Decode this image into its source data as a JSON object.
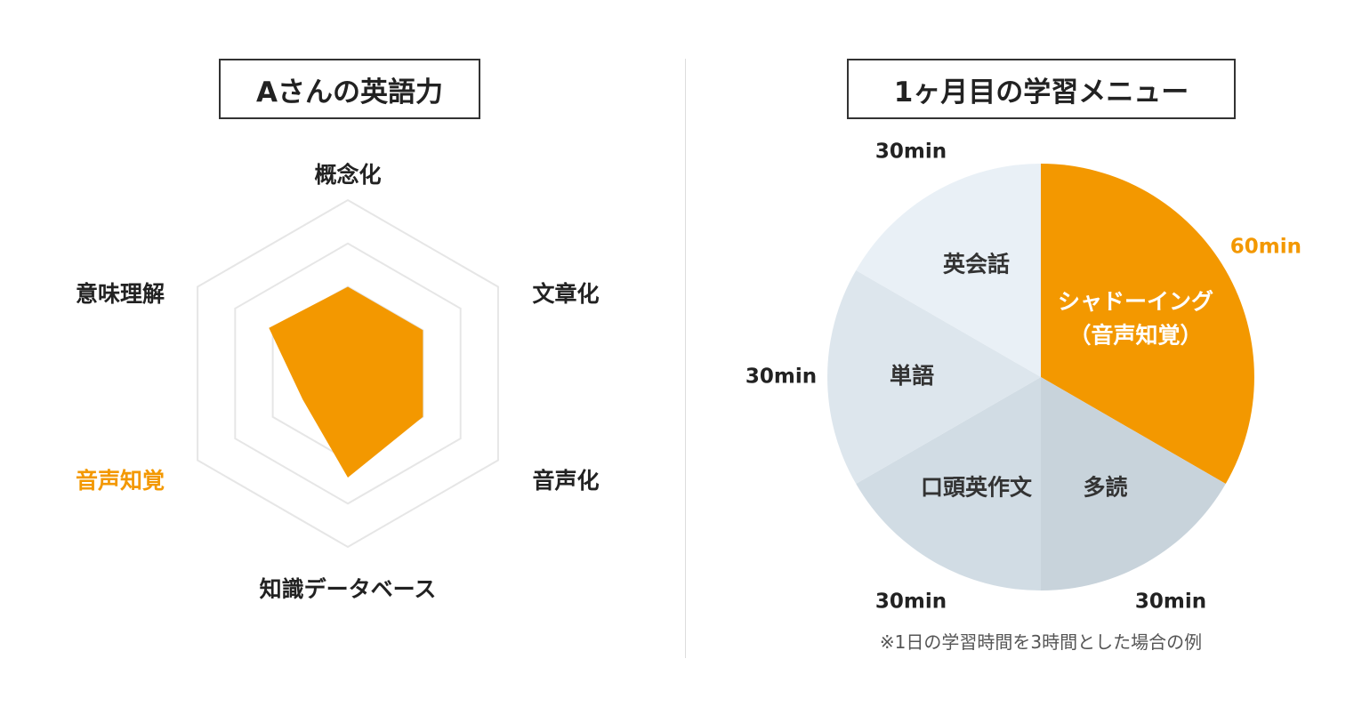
{
  "chart_data": [
    {
      "type": "radar",
      "title": "Aさんの英語力",
      "axes": [
        "概念化",
        "文章化",
        "音声化",
        "知識データベース",
        "音声知覚",
        "意味理解"
      ],
      "highlight_axis": "音声知覚",
      "rings": 4,
      "range": [
        0,
        4
      ],
      "series": [
        {
          "values": [
            2,
            2,
            2,
            2.4,
            1.2,
            2.1
          ]
        }
      ],
      "colors": {
        "fill": "#f39800",
        "grid": "#e6e6e6",
        "highlight": "#f39800"
      }
    },
    {
      "type": "pie",
      "title": "1ヶ月目の学習メニュー",
      "slices": [
        {
          "label": "シャドーイング",
          "sublabel": "（音声知覚）",
          "value": 60,
          "value_label": "60min",
          "color": "#f39800",
          "highlight": true
        },
        {
          "label": "多読",
          "value": 30,
          "value_label": "30min",
          "color": "#c8d3db"
        },
        {
          "label": "口頭英作文",
          "value": 30,
          "value_label": "30min",
          "color": "#d1dce4"
        },
        {
          "label": "単語",
          "value": 30,
          "value_label": "30min",
          "color": "#dde6ed"
        },
        {
          "label": "英会話",
          "value": 30,
          "value_label": "30min",
          "color": "#e9f0f6"
        }
      ],
      "note": "※1日の学習時間を3時間とした場合の例"
    }
  ]
}
